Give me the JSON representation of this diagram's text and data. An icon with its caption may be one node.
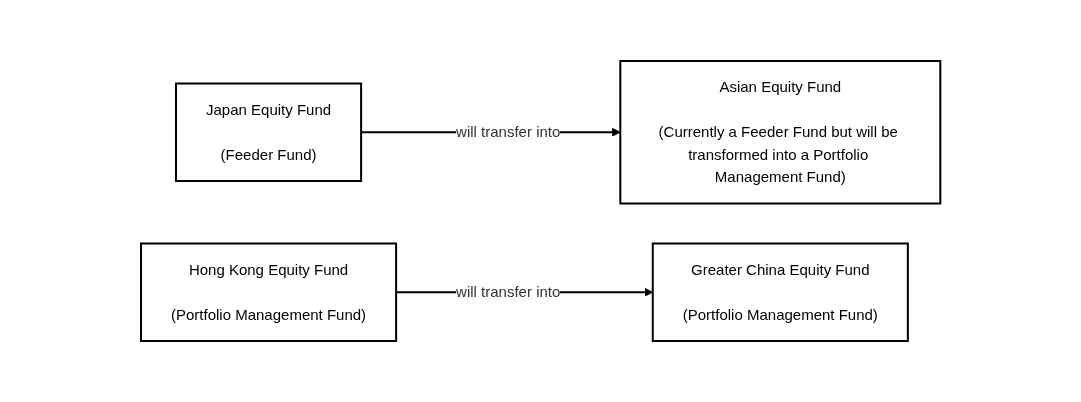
{
  "diagram": {
    "nodes": [
      {
        "text": [
          "Japan Equity Fund",
          "(Feeder Fund)"
        ]
      },
      {
        "text": [
          "Asian Equity Fund",
          "(Currently a Feeder Fund but will be transformed into a Portfolio Management Fund)"
        ]
      },
      {
        "text": [
          "Hong Kong Equity Fund",
          "(Portfolio Management Fund)"
        ]
      },
      {
        "text": [
          "Greater China Equity Fund",
          "(Portfolio Management Fund)"
        ]
      }
    ],
    "edges": [
      {
        "from": 0,
        "to": 1,
        "arrow": "to",
        "label": "will transfer into"
      },
      {
        "from": 2,
        "to": 3,
        "arrow": "to",
        "label": "will transfer into"
      }
    ]
  }
}
